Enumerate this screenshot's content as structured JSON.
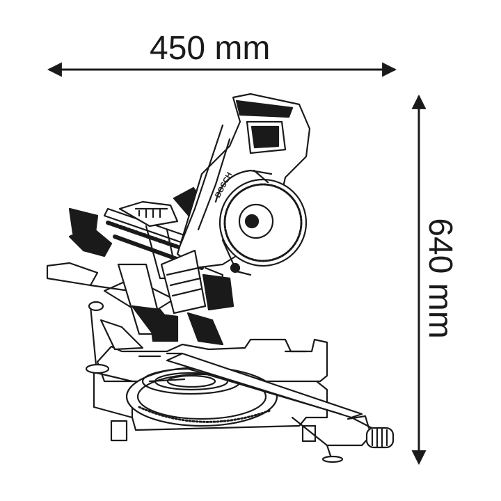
{
  "dimensions": {
    "width_label": "450 mm",
    "height_label": "640 mm"
  },
  "product": {
    "brand_text": "BOSCH"
  },
  "colors": {
    "line": "#1a1a1a",
    "background": "#ffffff"
  },
  "icons": {
    "width_arrow": "double-headed-horizontal-arrow",
    "height_arrow": "double-headed-vertical-arrow",
    "tool": "sliding-mitre-saw-line-drawing"
  }
}
